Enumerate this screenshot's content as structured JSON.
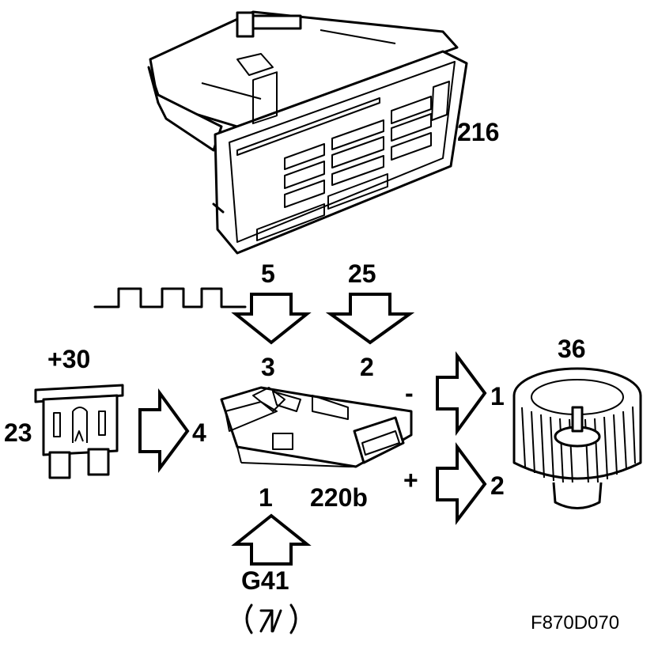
{
  "labels": {
    "control_panel": "216",
    "signal_terminal": "5",
    "terminal_25": "25",
    "resistor_input_3": "3",
    "resistor_input_2": "2",
    "supply": "+30",
    "fuse": "23",
    "resistor_input_4": "4",
    "resistor_ground_1": "1",
    "resistor_unit": "220b",
    "ground_point": "G41",
    "minus_sign": "-",
    "plus_sign": "+",
    "motor_terminal_1": "1",
    "motor_terminal_2": "2",
    "fan_motor": "36",
    "figure_code": "F870D070"
  }
}
